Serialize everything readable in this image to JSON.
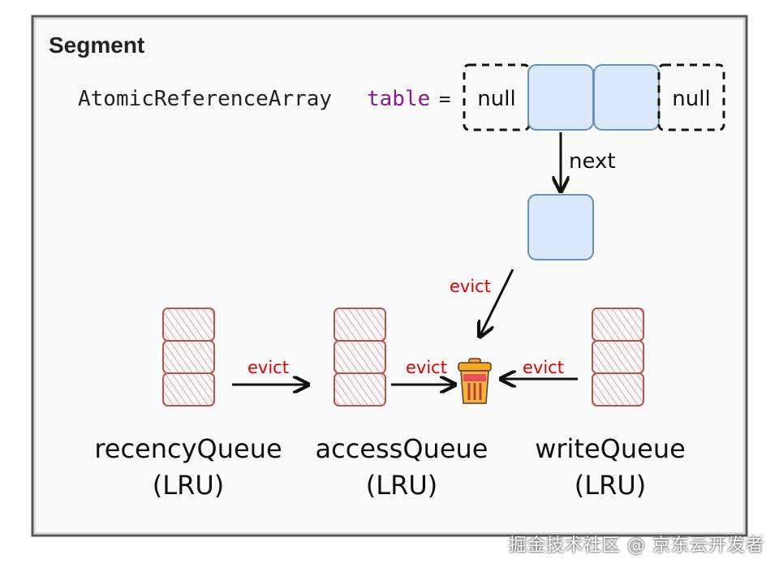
{
  "segment": {
    "title": "Segment"
  },
  "table_line": {
    "type_name": "AtomicReferenceArray",
    "var_name": "table",
    "equals": "=",
    "slots": [
      "null",
      "",
      "",
      "null"
    ]
  },
  "next_label": "next",
  "evict_label": "evict",
  "queues": [
    {
      "name": "recencyQueue",
      "kind": "(LRU)"
    },
    {
      "name": "accessQueue",
      "kind": "(LRU)"
    },
    {
      "name": "writeQueue",
      "kind": "(LRU)"
    }
  ],
  "trash_icon": "trash-bin-icon",
  "colors": {
    "node_fill": "#dae8fc",
    "node_stroke": "#6c8ebf",
    "queue_stroke": "#b85450",
    "queue_hatch": "#e8a0a0",
    "evict_text": "#e00000",
    "var_color": "#8a1c8c"
  },
  "watermark": "掘金技术社区 @ 京东云开发者"
}
